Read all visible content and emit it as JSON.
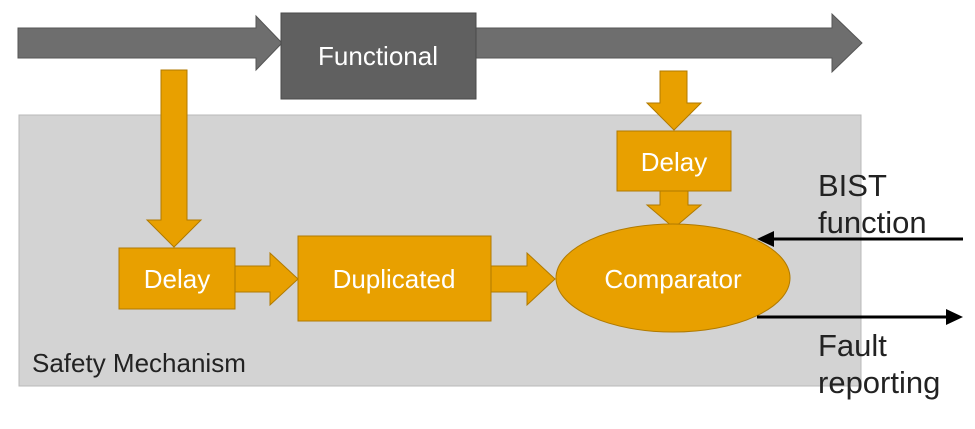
{
  "blocks": {
    "functional": "Functional",
    "delay_top": "Delay",
    "delay_left": "Delay",
    "duplicated": "Duplicated",
    "comparator": "Comparator"
  },
  "labels": {
    "safety_mechanism": "Safety Mechanism",
    "bist_line1": "BIST",
    "bist_line2": "function",
    "fault_line1": "Fault",
    "fault_line2": "reporting"
  },
  "colors": {
    "orange": "#E8A000",
    "orange_stroke": "#B07A00",
    "dark_gray": "#606060",
    "panel_gray": "#D3D3D3",
    "text_dark": "#222222"
  }
}
